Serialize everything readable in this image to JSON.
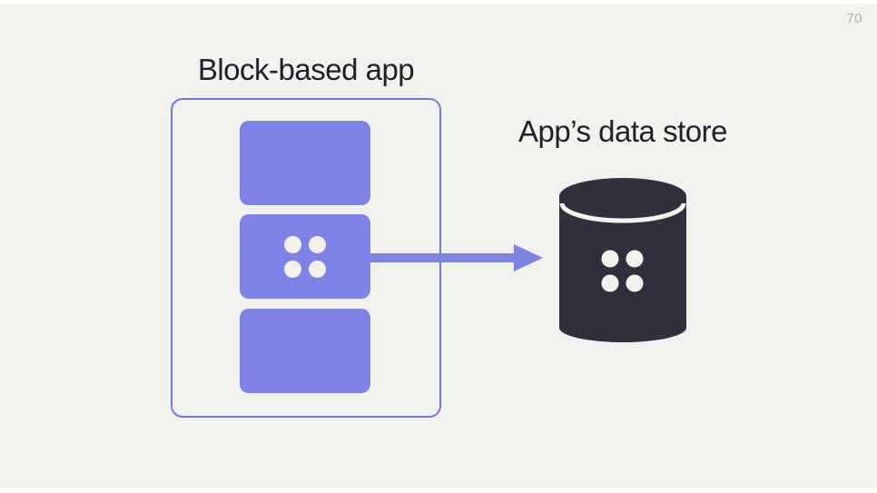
{
  "slide": {
    "page_number": "70",
    "background_color": "#F1F2ED",
    "text_color": "#211F2A",
    "page_number_color": "#AFB0AA"
  },
  "diagram": {
    "app": {
      "title": "Block-based app",
      "block_count": 3,
      "block_color": "#7D83E6",
      "outline_color": "#7479DB",
      "dots_icon_color": "#F2F1EC"
    },
    "arrow": {
      "direction": "right",
      "color": "#7C82DF"
    },
    "datastore": {
      "label": "App’s data store",
      "cylinder_color": "#332F3C",
      "lid_line_color": "#F4F3EF",
      "dots_icon_color": "#F2F1EC"
    }
  }
}
